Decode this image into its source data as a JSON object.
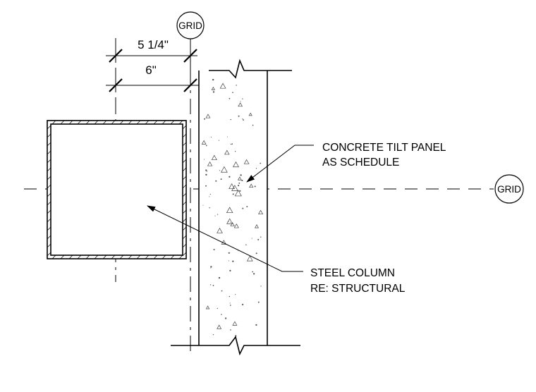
{
  "grid_bubbles": {
    "top": "GRID",
    "right": "GRID"
  },
  "dimensions": {
    "upper": "5 1/4\"",
    "lower": "6\""
  },
  "notes": {
    "panel": {
      "line1": "CONCRETE TILT PANEL",
      "line2": "AS SCHEDULE"
    },
    "column": {
      "line1": "STEEL COLUMN",
      "line2": "RE: STRUCTURAL"
    }
  },
  "colors": {
    "ink": "#000000",
    "paper": "#ffffff"
  }
}
